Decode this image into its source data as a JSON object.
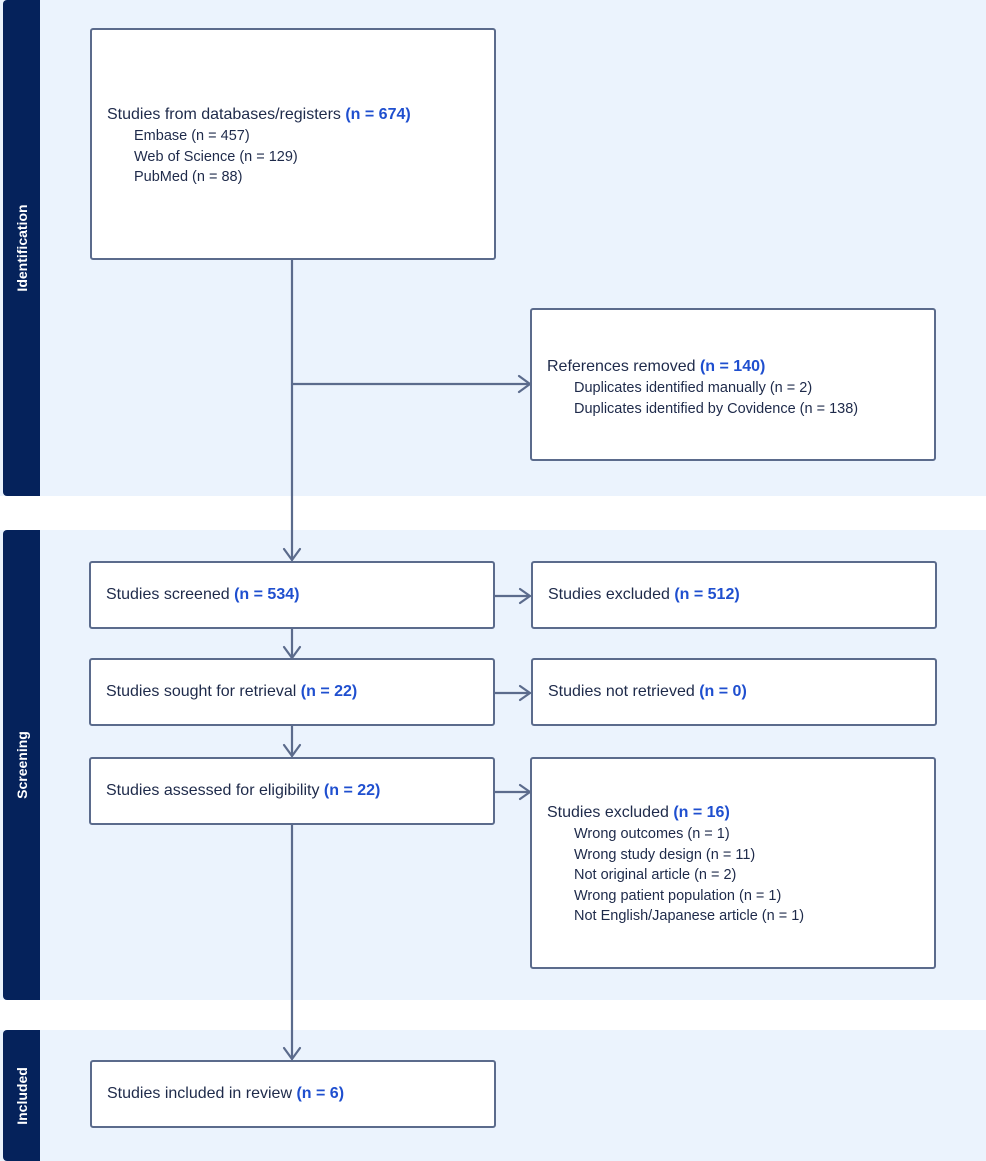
{
  "phases": {
    "identification": "Identification",
    "screening": "Screening",
    "included": "Included"
  },
  "colors": {
    "band": "#ebf3fd",
    "tab": "#05225b",
    "box_border": "#5b6b8c",
    "count": "#1f4fcf"
  },
  "boxes": {
    "databases": {
      "label": "Studies from databases/registers",
      "count": "(n = 674)",
      "items": [
        "Embase (n = 457)",
        "Web of Science (n = 129)",
        "PubMed (n = 88)"
      ]
    },
    "removed": {
      "label": "References removed",
      "count": "(n = 140)",
      "items": [
        "Duplicates identified manually (n = 2)",
        "Duplicates identified by Covidence (n = 138)"
      ]
    },
    "screened": {
      "label": "Studies screened",
      "count": "(n = 534)"
    },
    "excluded1": {
      "label": "Studies excluded",
      "count": "(n = 512)"
    },
    "sought": {
      "label": "Studies sought for retrieval",
      "count": "(n = 22)"
    },
    "not_retrieved": {
      "label": "Studies not retrieved",
      "count": "(n = 0)"
    },
    "assessed": {
      "label": "Studies assessed for eligibility",
      "count": "(n = 22)"
    },
    "excluded2": {
      "label": "Studies excluded",
      "count": "(n = 16)",
      "items": [
        "Wrong outcomes (n = 1)",
        "Wrong study design (n = 11)",
        "Not original article (n = 2)",
        "Wrong patient population (n = 1)",
        "Not English/Japanese article (n = 1)"
      ]
    },
    "included": {
      "label": "Studies included in review",
      "count": "(n = 6)"
    }
  }
}
